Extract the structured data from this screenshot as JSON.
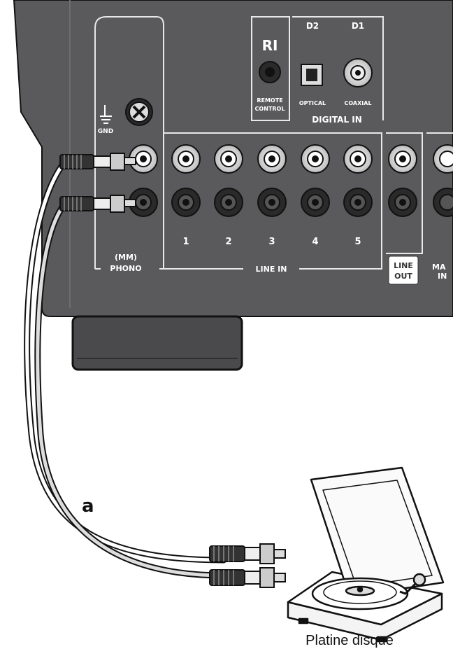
{
  "panel": {
    "gnd_label": "GND",
    "ri_logo": "RI",
    "remote_control_label": [
      "REMOTE",
      "CONTROL"
    ],
    "d2_label": "D2",
    "d1_label": "D1",
    "optical_label": "OPTICAL",
    "coaxial_label": "COAXIAL",
    "digital_in_label": "DIGITAL IN",
    "phono_label": [
      "(MM)",
      "PHONO"
    ],
    "line_in_numbers": [
      "1",
      "2",
      "3",
      "4",
      "5"
    ],
    "line_in_label": "LINE IN",
    "line_out_label": [
      "LINE",
      "OUT"
    ],
    "main_in_label": [
      "MA",
      "IN"
    ]
  },
  "cable_label": "a",
  "device_caption": "Platine disque",
  "colors": {
    "panel": "#58585a",
    "panel_dark": "#3d3d3f",
    "outline": "#111111",
    "label": "#ffffff"
  }
}
